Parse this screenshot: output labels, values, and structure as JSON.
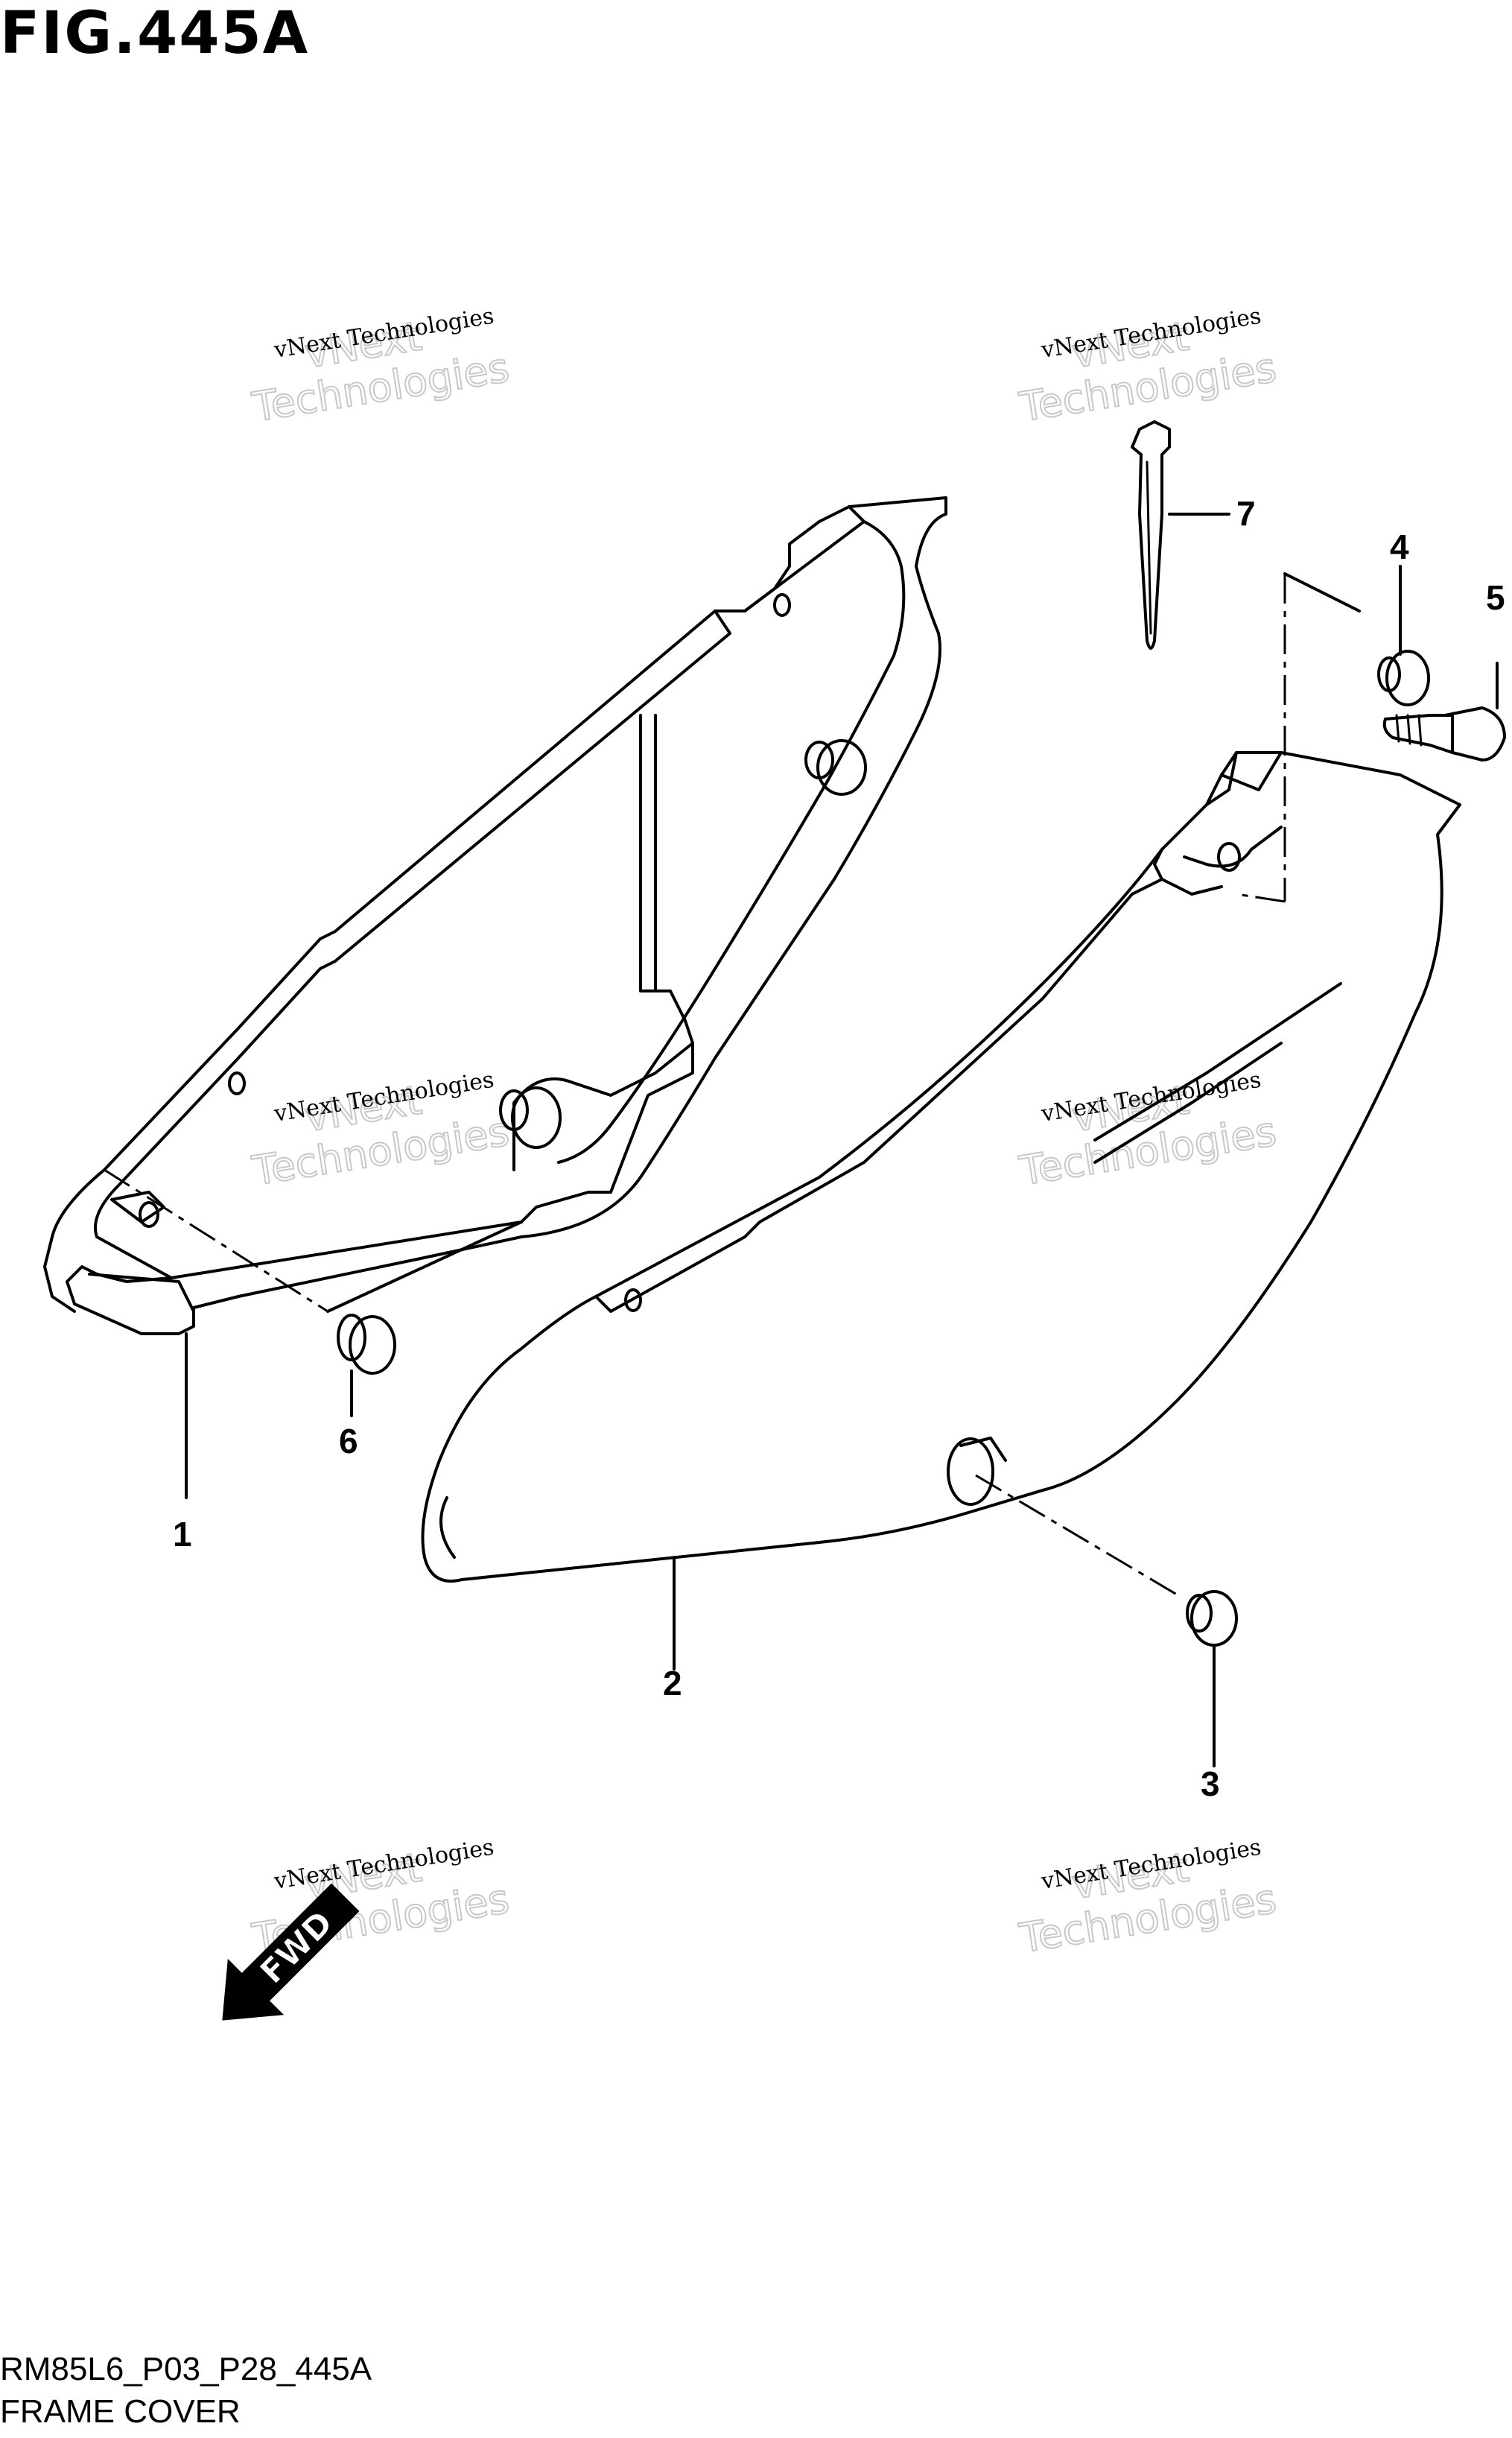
{
  "figure": {
    "title": "FIG.445A",
    "code": "RM85L6_P03_P28_445A",
    "name": "FRAME COVER"
  },
  "callouts": [
    "1",
    "2",
    "3",
    "4",
    "5",
    "6",
    "7"
  ],
  "watermark": {
    "line1": "vNext Technologies",
    "line2": "vNext",
    "line3": "Technologies"
  },
  "direction_arrow": {
    "label": "FWD"
  },
  "parts": [
    {
      "ref": "1",
      "shape": "left-frame-cover-panel"
    },
    {
      "ref": "2",
      "shape": "right-frame-cover-panel"
    },
    {
      "ref": "3",
      "shape": "grommet"
    },
    {
      "ref": "4",
      "shape": "grommet"
    },
    {
      "ref": "5",
      "shape": "bolt"
    },
    {
      "ref": "6",
      "shape": "grommet"
    },
    {
      "ref": "7",
      "shape": "cable-tie"
    }
  ]
}
